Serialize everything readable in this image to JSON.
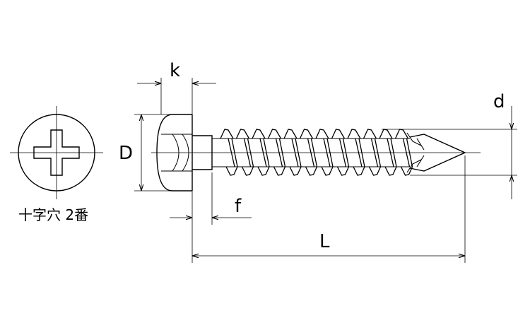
{
  "head_view": {
    "caption": "十字穴 2番"
  },
  "dimensions": {
    "k": "k",
    "D": "D",
    "d": "d",
    "f": "f",
    "L": "L"
  },
  "colors": {
    "line": "#000000",
    "background": "#ffffff"
  }
}
